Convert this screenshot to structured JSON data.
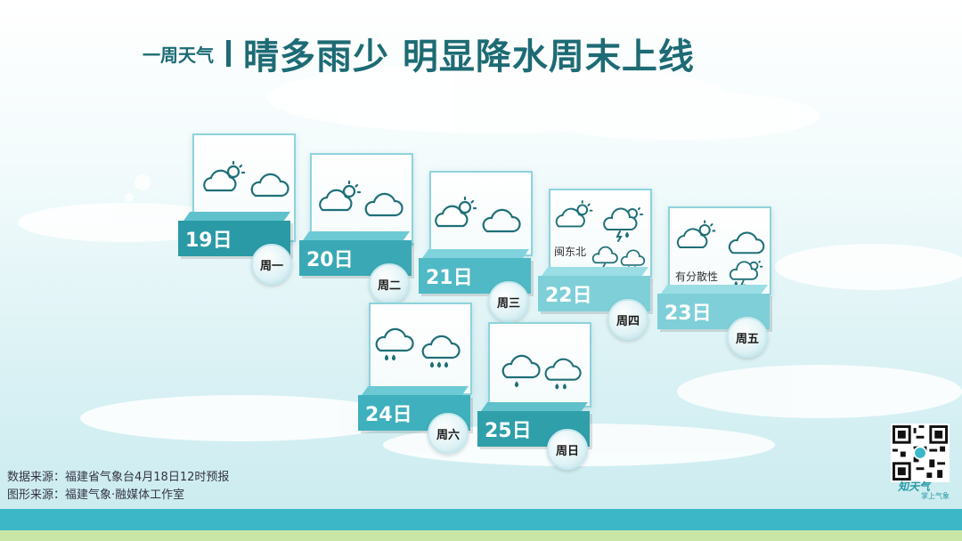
{
  "header": {
    "prefix": "一周天气",
    "headline": "晴多雨少  明显降水周末上线"
  },
  "days": [
    {
      "date": "19日",
      "weekday": "周一",
      "weather": "晴转多云",
      "note": ""
    },
    {
      "date": "20日",
      "weekday": "周二",
      "weather": "晴转多云",
      "note": ""
    },
    {
      "date": "21日",
      "weekday": "周三",
      "weather": "晴转多云",
      "note": ""
    },
    {
      "date": "22日",
      "weekday": "周四",
      "weather": "雷阵雨",
      "note": "闽东北"
    },
    {
      "date": "23日",
      "weekday": "周五",
      "weather": "雷阵雨",
      "note": "有分散性"
    },
    {
      "date": "24日",
      "weekday": "周六",
      "weather": "小雨转中雨",
      "note": ""
    },
    {
      "date": "25日",
      "weekday": "周日",
      "weather": "小雨转中雨",
      "note": ""
    }
  ],
  "footer": {
    "data_source": "数据来源：福建省气象台4月18日12时预报",
    "graphic_source": "图形来源：福建气象·融媒体工作室",
    "brand": "知天气",
    "brand_sub": "掌上气象"
  },
  "colors": {
    "title": "#1d6b74",
    "base_dark": "#2a9aa6",
    "base_mid": "#46b4c1",
    "base_light": "#7fcfd8",
    "icon_stroke": "#1f6f78",
    "stripe": "#3bb7c8",
    "stripe_bottom": "#c9e6a7"
  }
}
